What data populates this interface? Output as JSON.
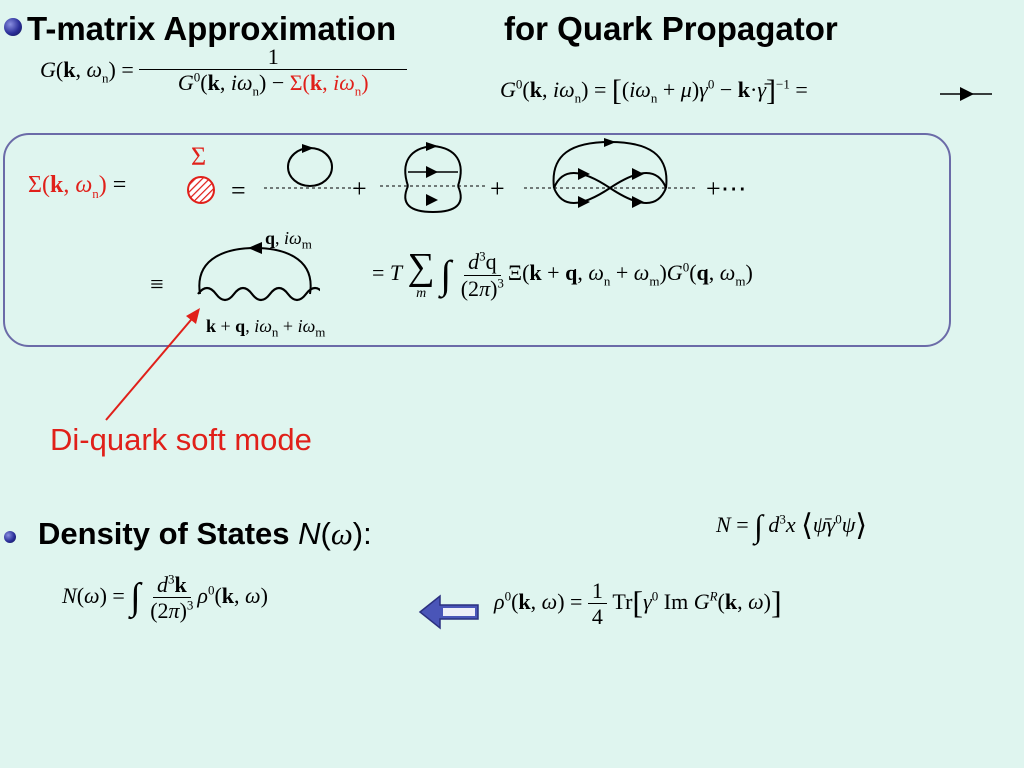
{
  "title": {
    "part1": "T-matrix Approximation",
    "part2": "for Quark Propagator"
  },
  "equations": {
    "g_lhs": "G(k, ωn) =",
    "g_num": "1",
    "g_den_a": "G⁰(k, iωn) −",
    "g_den_b": "Σ(k, iωn)",
    "g0_def": "G⁰(k, iωn) = [(iωn + μ)γ⁰ − k·γ̄]⁻¹ =",
    "sigma_label": "Σ",
    "sigma_lhs": "Σ(k, ωn)",
    "eq_sign": "=",
    "plus": "+",
    "plus_dots": "+⋯",
    "equiv": "≡",
    "loop_top_label": "q, iωm",
    "loop_bottom_label": "k + q, iωn + iωm",
    "sum_rhs": "= T Σm ∫ d³q/(2π)³ Ξ(k + q, ωn + ωm)G⁰(q, ωm)"
  },
  "annotation": {
    "diquark": "Di-quark soft mode"
  },
  "dos": {
    "heading": "Density of States",
    "heading_math": "N(ω):",
    "n_def": "N = ∫ d³x ⟨ψ̄γ⁰ψ⟩",
    "n_omega": "N(ω) = ∫ d³k/(2π)³ ρ⁰(k, ω)",
    "rho_def": "ρ⁰(k, ω) = 1/4 Tr[γ⁰ Im G^R(k, ω)]"
  },
  "colors": {
    "background": "#dff5ef",
    "box_border": "#6b6ba8",
    "red": "#e0201a",
    "arrow_fill": "#4a55b8"
  }
}
